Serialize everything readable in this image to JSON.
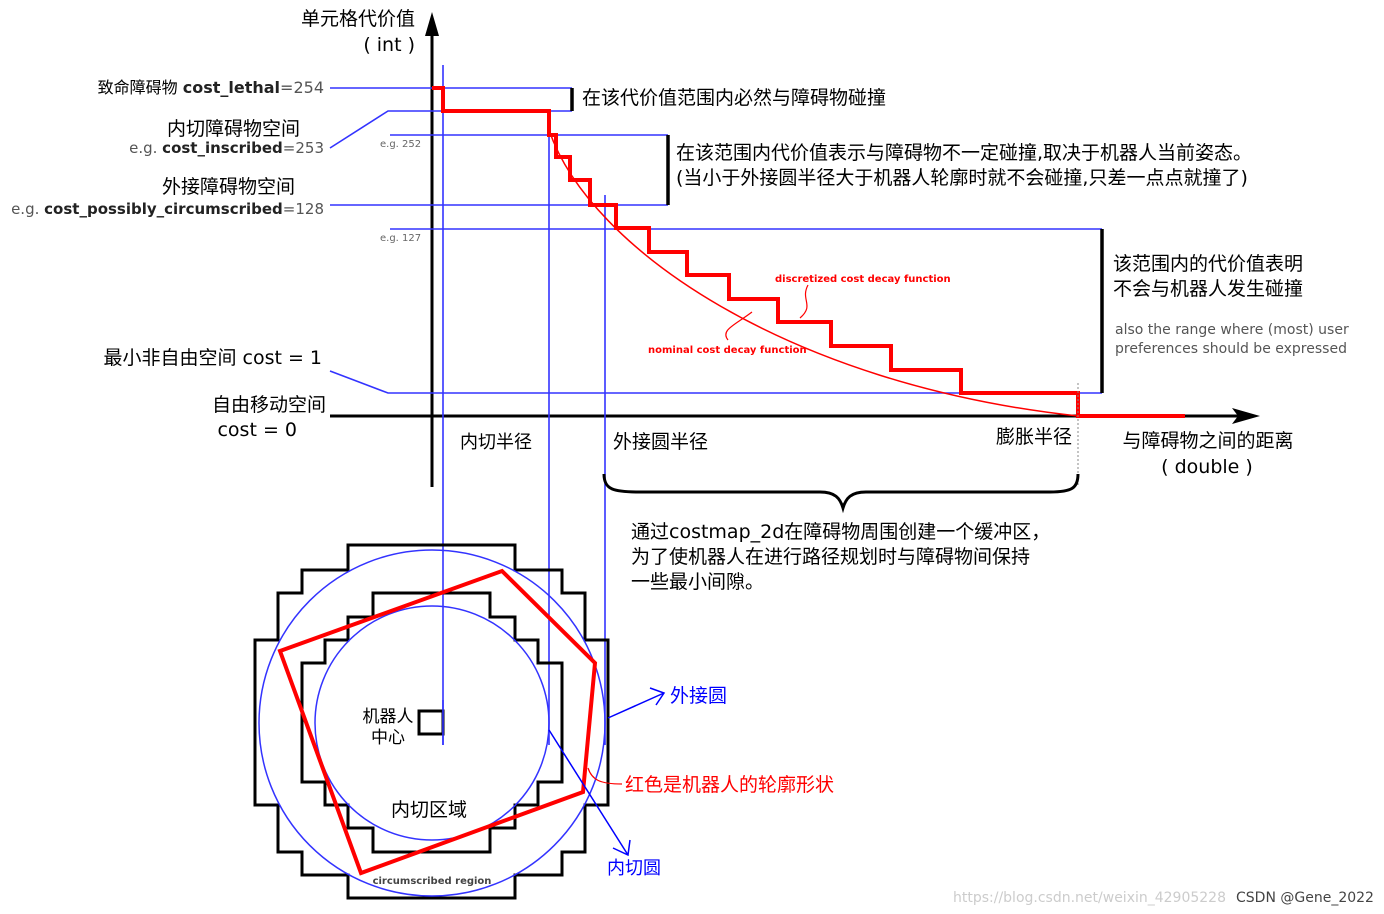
{
  "y_axis": {
    "title": "单元格代价值",
    "type": "( int )"
  },
  "x_axis": {
    "title": "与障碍物之间的距离",
    "type": "( double )"
  },
  "levels": {
    "lethal_cn": "致命障碍物",
    "lethal_name": "cost_lethal",
    "lethal_value": "=254",
    "inscribed_cn": "内切障碍物空间",
    "inscribed_eg": "e.g.",
    "inscribed_name": "cost_inscribed",
    "inscribed_value": "=253",
    "circum_cn": "外接障碍物空间",
    "circum_eg": "e.g.",
    "circum_name": "cost_possibly_circumscribed",
    "circum_value": "=128",
    "eg252": "e.g. 252",
    "eg127": "e.g. 127",
    "min_nonfree": "最小非自由空间 cost = 1",
    "free_cn": "自由移动空间",
    "free_cost": "cost = 0"
  },
  "annotations": {
    "lethal_range": "在该代价值范围内必然与障碍物碰撞",
    "possible_range_1": "在该范围内代价值表示与障碍物不一定碰撞,取决于机器人当前姿态。",
    "possible_range_2": "(当小于外接圆半径大于机器人轮廓时就不会碰撞,只差一点点就撞了)",
    "free_range_1": "该范围内的代价值表明",
    "free_range_2": "不会与机器人发生碰撞",
    "pref_1": "also the range where (most) user",
    "pref_2": "preferences should be expressed",
    "discretized": "discretized cost decay function",
    "nominal": "nominal cost decay function"
  },
  "x_marks": {
    "inscribed_radius": "内切半径",
    "circumscribed_radius": "外接圆半径",
    "inflation_radius": "膨胀半径"
  },
  "buffer_note": [
    "通过costmap_2d在障碍物周围创建一个缓冲区，",
    "为了使机器人在进行路径规划时与障碍物间保持",
    "一些最小间隙。"
  ],
  "robot": {
    "center_1": "机器人",
    "center_2": "中心",
    "inscribed_area": "内切区域",
    "circumscribed_region": "circumscribed region",
    "circumscribed_circle": "外接圆",
    "inscribed_circle": "内切圆",
    "footprint": "红色是机器人的轮廓形状"
  },
  "watermark": {
    "url": "https://blog.csdn.net/weixin_42905228",
    "author": "CSDN @Gene_2022"
  },
  "colors": {
    "guide": "#3333ff",
    "cost": "#ff0000",
    "axis": "#000000"
  }
}
